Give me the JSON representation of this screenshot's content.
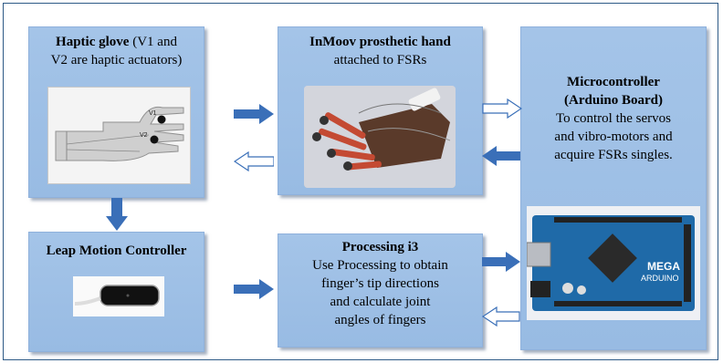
{
  "glove": {
    "title_bold": "Haptic glove",
    "title_rest": " (V1 and",
    "title_line2": "V2 are haptic actuators)",
    "v1_label": "V1",
    "v2_label": "V2"
  },
  "hand": {
    "title_bold": "InMoov prosthetic hand",
    "subtitle": "attached to FSRs"
  },
  "microcontroller": {
    "title_line1": "Microcontroller",
    "title_line2": "(Arduino Board)",
    "desc_line1": "To control the servos",
    "desc_line2": "and vibro-motors and",
    "desc_line3": "acquire FSRs singles."
  },
  "leap": {
    "title": "Leap Motion Controller"
  },
  "processing": {
    "title": "Processing i3",
    "desc_line1": "Use Processing to obtain",
    "desc_line2": "finger’s tip directions",
    "desc_line3": "and calculate joint",
    "desc_line4": "angles of fingers"
  },
  "colors": {
    "box_fill": "#9fc0e6",
    "solid_arrow": "#3a6fb8",
    "frame": "#2e5a86"
  },
  "arduino_labels": {
    "brand": "ARDUINO",
    "model": "MEGA"
  }
}
